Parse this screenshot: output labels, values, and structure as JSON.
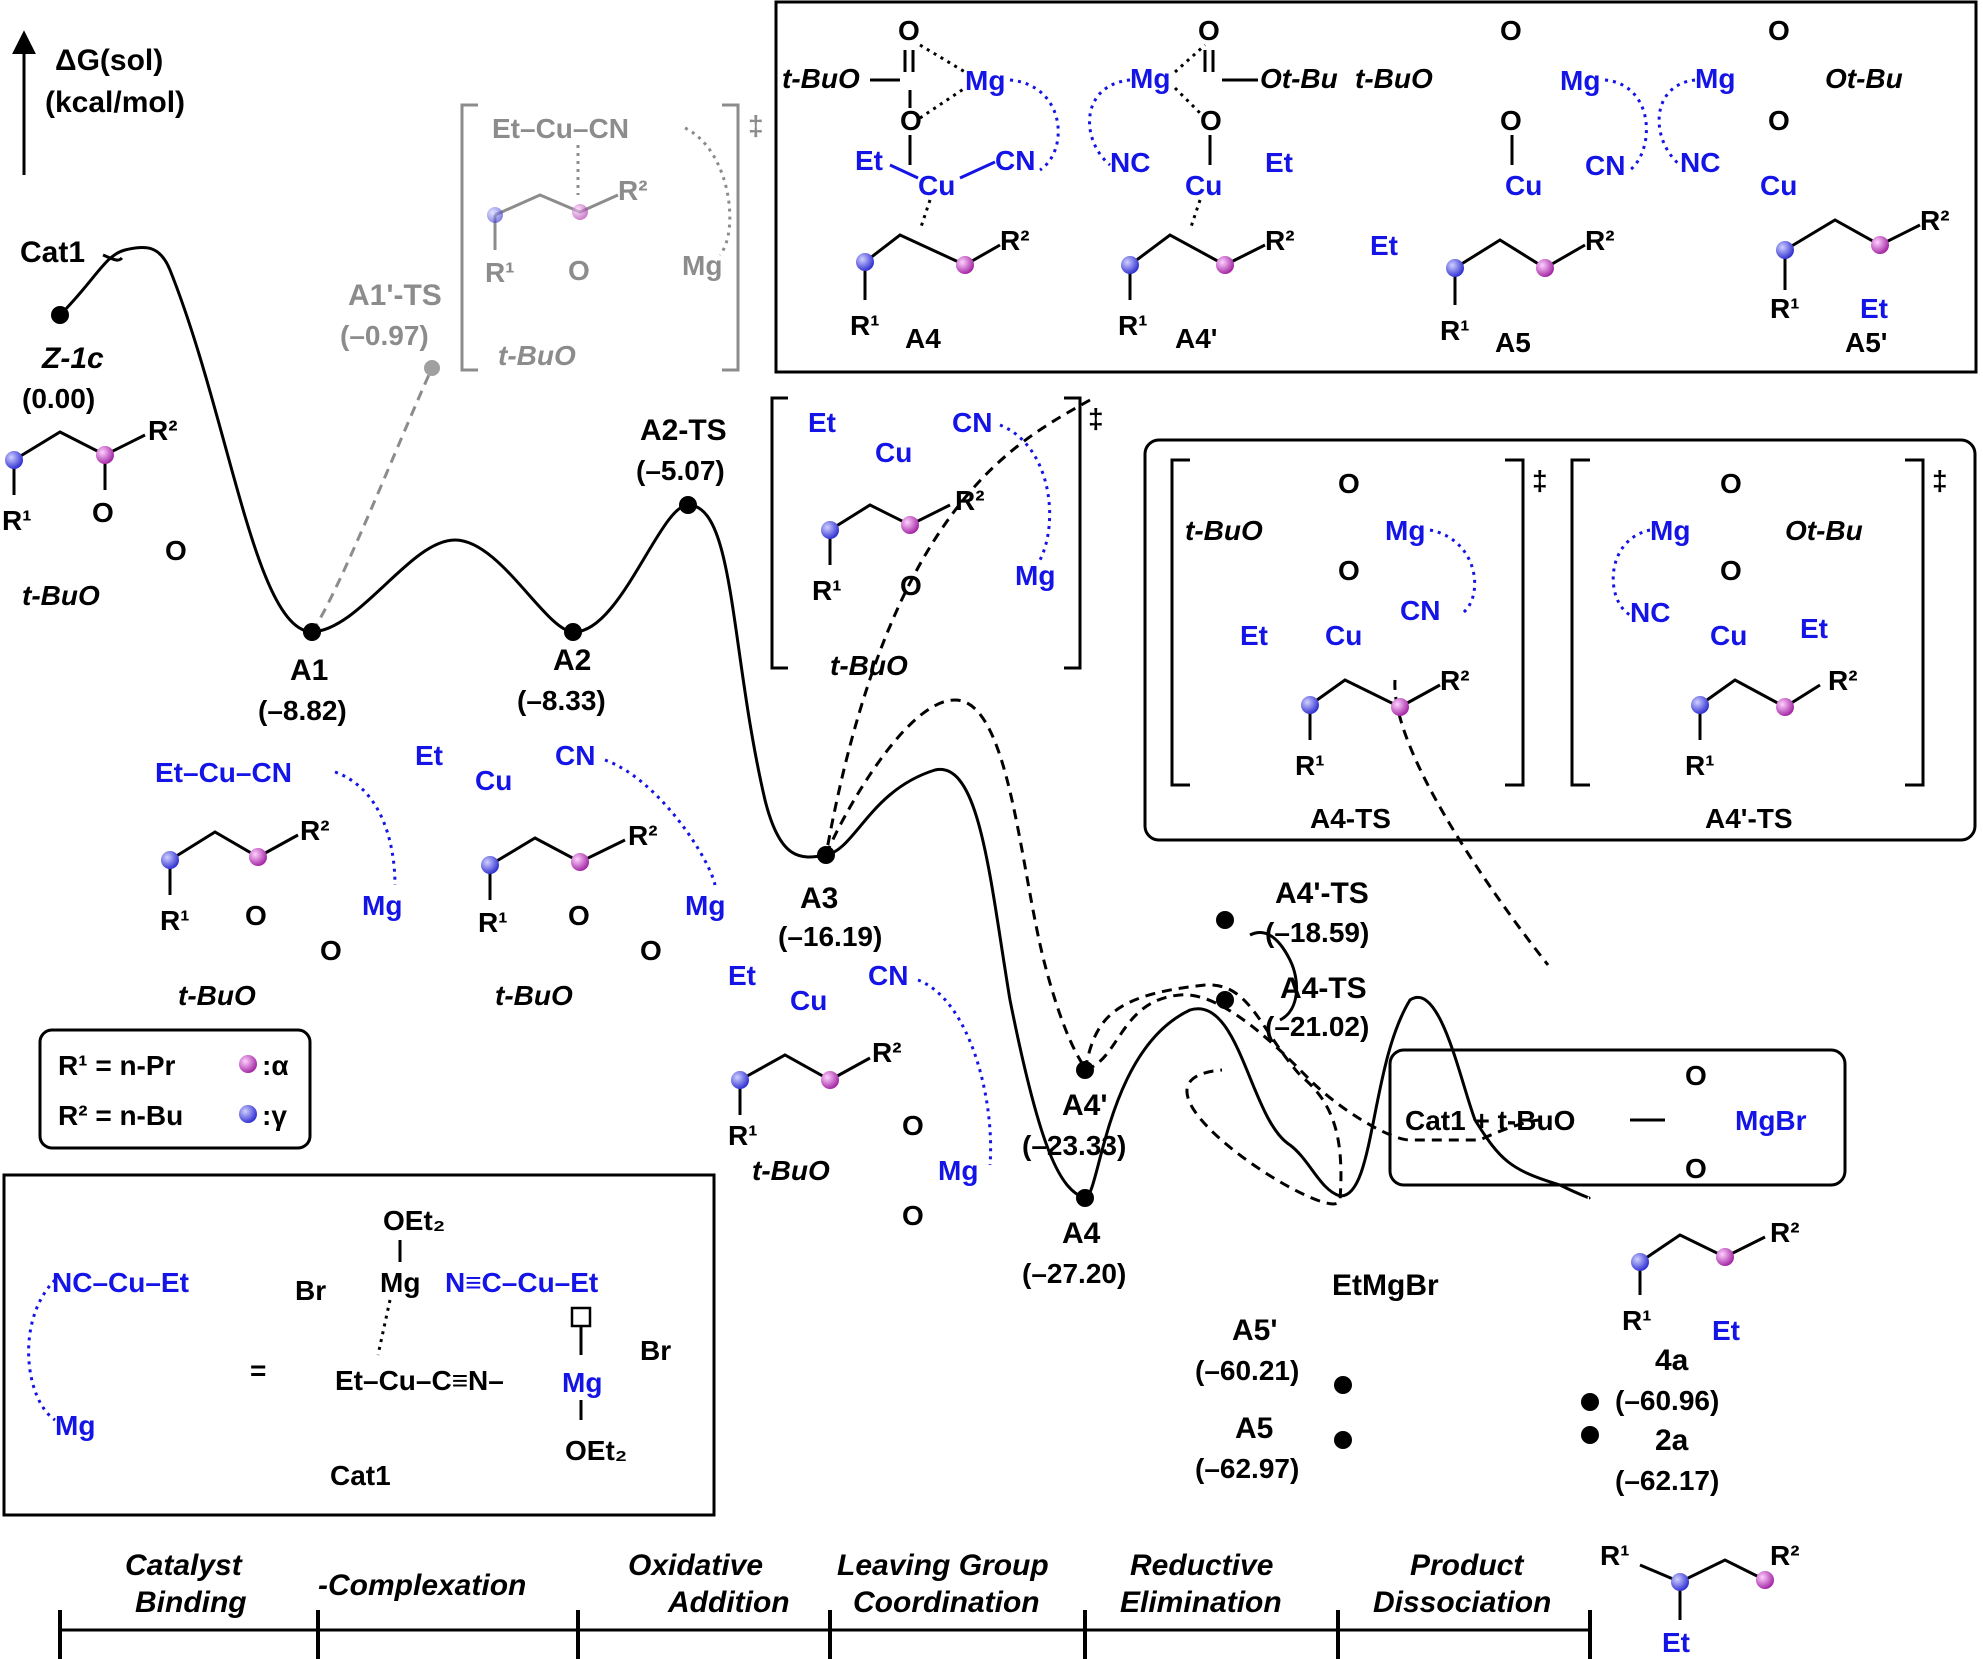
{
  "axis": {
    "line1": "ΔG(sol)",
    "line2": "(kcal/mol)"
  },
  "points": [
    {
      "key": "z1c",
      "label": "Z-1c",
      "value": "(0.00)"
    },
    {
      "key": "a1ts",
      "label": "A1'-TS",
      "value": "(–0.97)"
    },
    {
      "key": "a1",
      "label": "A1",
      "value": "(–8.82)"
    },
    {
      "key": "a2",
      "label": "A2",
      "value": "(–8.33)"
    },
    {
      "key": "a2ts",
      "label": "A2-TS",
      "value": "(–5.07)"
    },
    {
      "key": "a3",
      "label": "A3",
      "value": "(–16.19)"
    },
    {
      "key": "a4p",
      "label": "A4'",
      "value": "(–23.33)"
    },
    {
      "key": "a4",
      "label": "A4",
      "value": "(–27.20)"
    },
    {
      "key": "a4pts",
      "label": "A4'-TS",
      "value": "(–18.59)"
    },
    {
      "key": "a4ts",
      "label": "A4-TS",
      "value": "(–21.02)"
    },
    {
      "key": "a5p",
      "label": "A5'",
      "value": "(–60.21)"
    },
    {
      "key": "a5",
      "label": "A5",
      "value": "(–62.97)"
    },
    {
      "key": "p4a",
      "label": "4a",
      "value": "(–60.96)"
    },
    {
      "key": "p2a",
      "label": "2a",
      "value": "(–62.17)"
    }
  ],
  "labels": {
    "cat1_start": "Cat1",
    "etmgbr": "EtMgBr",
    "cat1": "Cat1",
    "top_a4": "A4",
    "top_a4p": "A4'",
    "top_a5": "A5",
    "top_a5p": "A5'",
    "ts_a4": "A4-TS",
    "ts_a4p": "A4'-TS",
    "dagger": "‡"
  },
  "legend": {
    "r1": "R¹ = n-Pr",
    "r2": "R² = n-Bu",
    "alpha": ":α",
    "gamma": ":γ"
  },
  "product_box": {
    "text": "Cat1 + t-BuO",
    "mg": "MgBr"
  },
  "catalyst_box": {
    "nc_cu_et": "NC–Cu–Et",
    "mg": "Mg",
    "equals": "=",
    "oet2_top": "OEt₂",
    "br_left": "Br",
    "mg_center": "Mg",
    "ncu_chain": "N≡C–Cu–Et",
    "et_cu_cn": "Et–Cu–C≡N–",
    "mg_low": "Mg",
    "br_right": "Br",
    "oet2_bottom": "OEt₂",
    "name": "Cat1"
  },
  "stages": [
    "Catalyst",
    "Binding",
    "-Complexation",
    "Oxidative",
    "Addition",
    "Leaving Group",
    "Coordination",
    "Reductive",
    "Elimination",
    "Product",
    "Dissociation"
  ],
  "colors": {
    "alpha": "#c040c0",
    "gamma": "#4a4af0",
    "blue_text": "#1414e6",
    "gray_text": "#8c8c8c"
  }
}
